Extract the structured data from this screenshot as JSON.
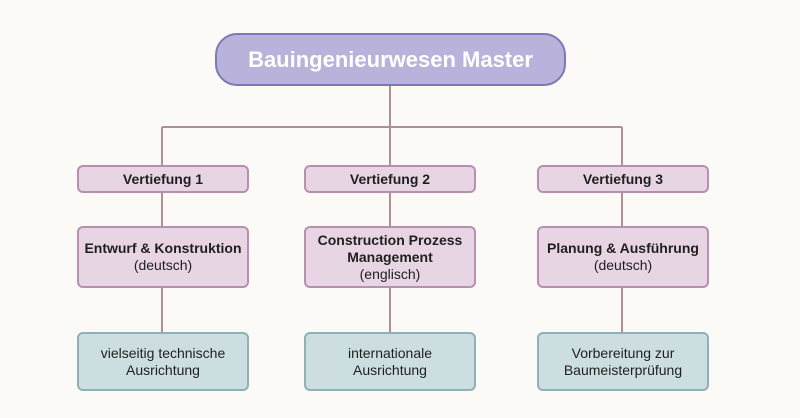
{
  "root": {
    "label": "Bauingenieurwesen Master"
  },
  "columns": [
    {
      "track": "Vertiefung 1",
      "spec_title": "Entwurf & Konstruktion",
      "spec_lang": "(deutsch)",
      "focus": "vielseitig technische Ausrichtung"
    },
    {
      "track": "Vertiefung 2",
      "spec_title": "Construction Prozess Management",
      "spec_lang": "(englisch)",
      "focus": "internationale Ausrichtung"
    },
    {
      "track": "Vertiefung 3",
      "spec_title": "Planung & Ausführung",
      "spec_lang": "(deutsch)",
      "focus": "Vorbereitung zur Baumeisterprüfung"
    }
  ],
  "colors": {
    "background": "#fcfaf6",
    "root_fill": "#b9b3dc",
    "root_border": "#7f78b6",
    "track_fill": "#e8d5e4",
    "track_border": "#b78fb1",
    "focus_fill": "#cddee0",
    "focus_border": "#8fb0b6",
    "connector": "#ad8f96"
  }
}
